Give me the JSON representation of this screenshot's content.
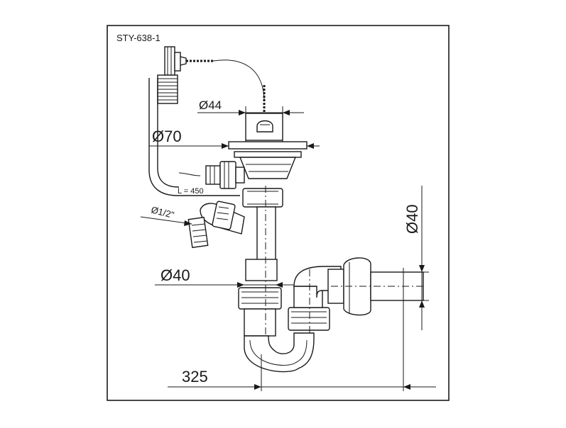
{
  "model_code": "STY-638-1",
  "dimensions": {
    "drain_outlet_diameter": "Ø44",
    "basin_waste_diameter": "Ø70",
    "overflow_hose_length": "L = 450",
    "appliance_inlet_thread": "Ø1/2\"",
    "tailpiece_diameter": "Ø40",
    "outlet_pipe_diameter": "Ø40",
    "trap_offset": "325"
  }
}
